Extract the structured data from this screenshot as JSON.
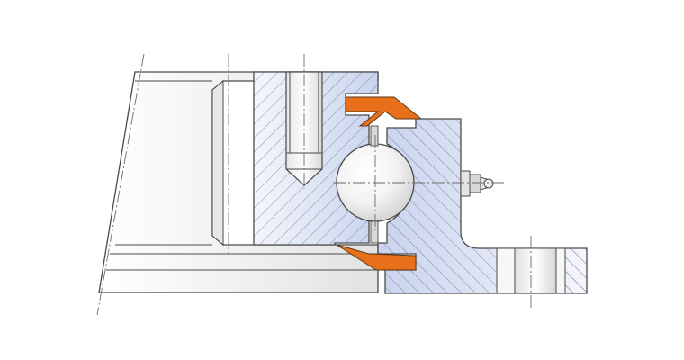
{
  "diagram": {
    "subject": "slewing-bearing-cross-section",
    "parts": [
      "outer-housing",
      "inner-ring",
      "rolling-ball",
      "upper-seal",
      "lower-seal",
      "grease-nipple",
      "mounting-flange",
      "threaded-bore",
      "shaft-body"
    ]
  },
  "colors": {
    "background": "#ffffff",
    "outline": "#4a4a4a",
    "hatch": "#5a6478",
    "steel_blue": "#c9d3ee",
    "steel_blue_light": "#dfe5f6",
    "grey_light": "#f3f3f3",
    "grey_mid": "#e6e6e6",
    "seal": "#e8701a",
    "ball_highlight": "#ffffff",
    "ball_shade": "#dcdcdc",
    "centerline": "#6a6a6a"
  }
}
